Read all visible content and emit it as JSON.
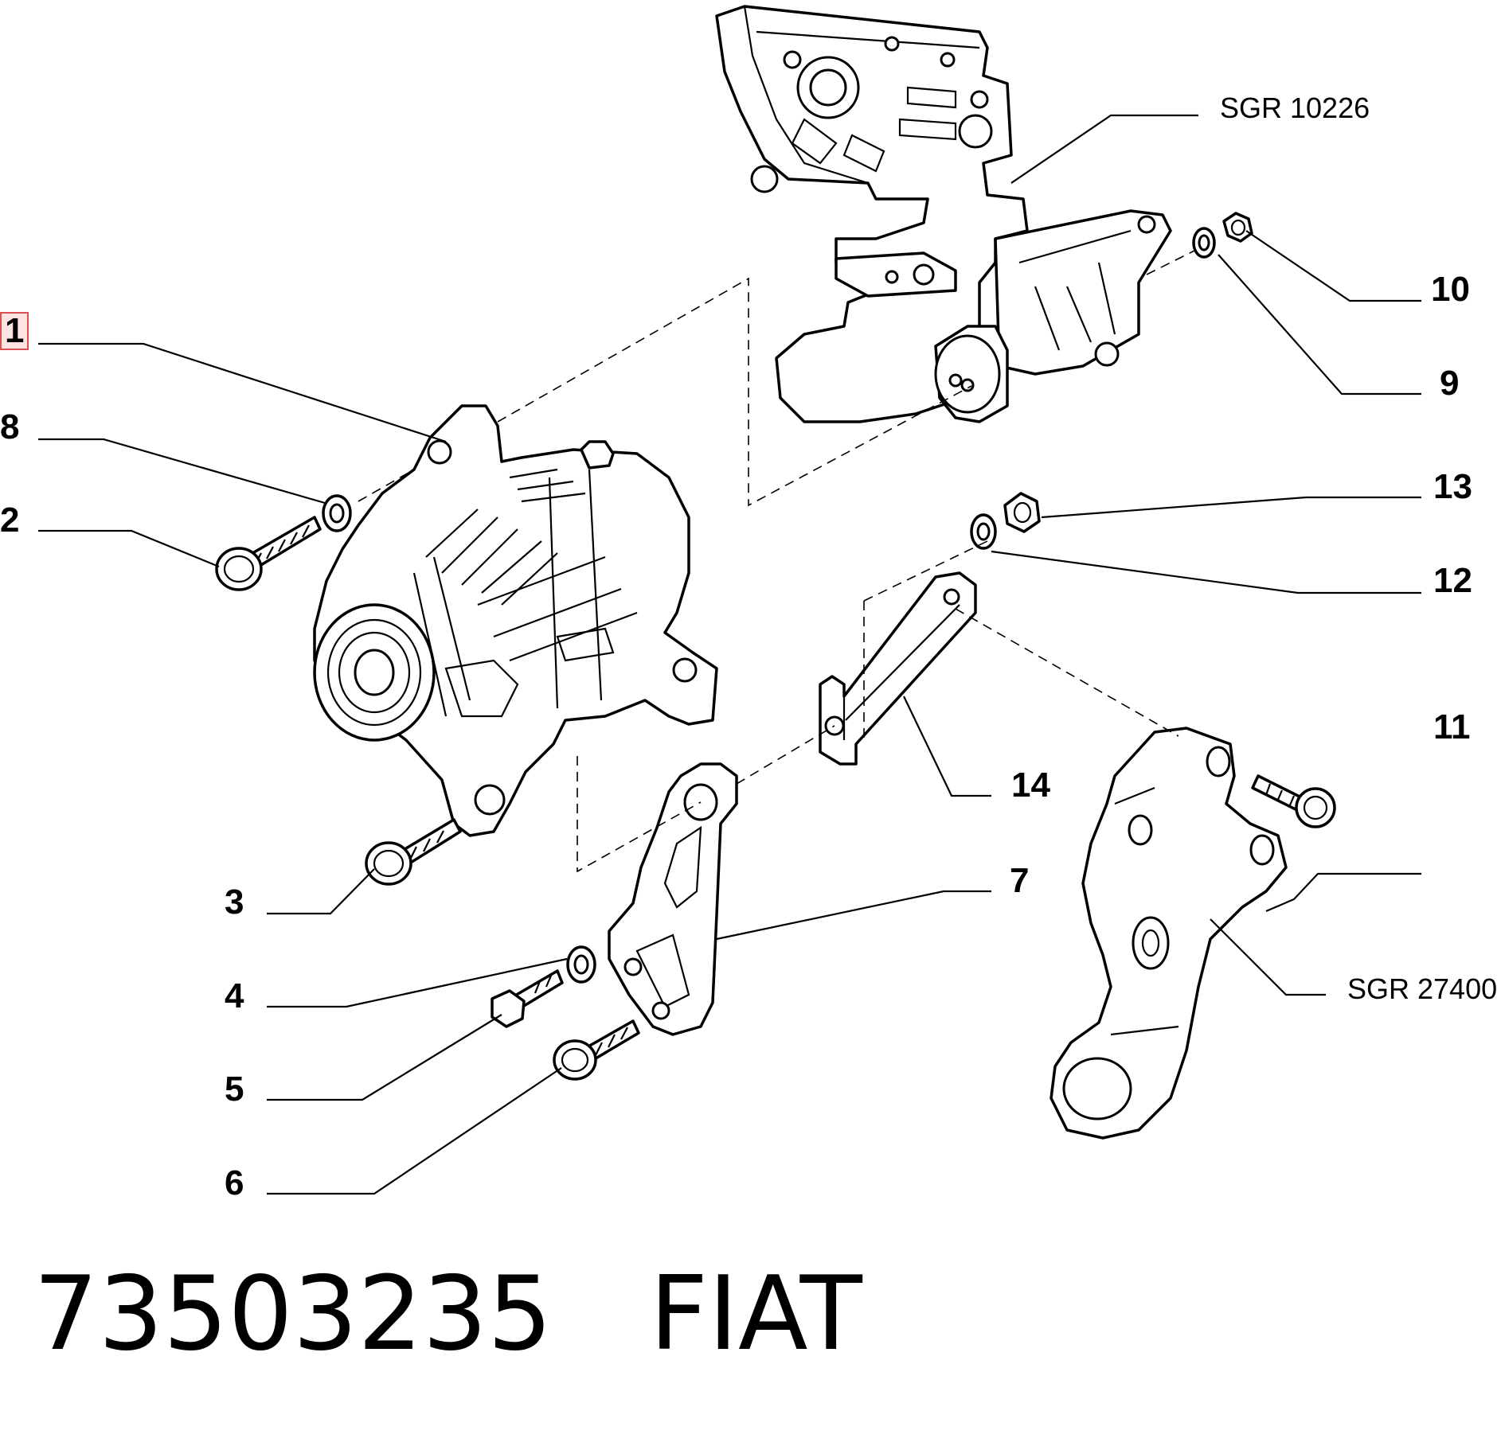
{
  "callouts": {
    "c1": "1",
    "c2": "2",
    "c3": "3",
    "c4": "4",
    "c5": "5",
    "c6": "6",
    "c7": "7",
    "c8": "8",
    "c9": "9",
    "c10": "10",
    "c11": "11",
    "c12": "12",
    "c13": "13",
    "c14": "14"
  },
  "references": {
    "engine_block": "SGR 10226",
    "mount_bracket": "SGR 27400"
  },
  "footer": {
    "part_number": "73503235",
    "brand": "FIAT"
  },
  "selected_callout": "1"
}
